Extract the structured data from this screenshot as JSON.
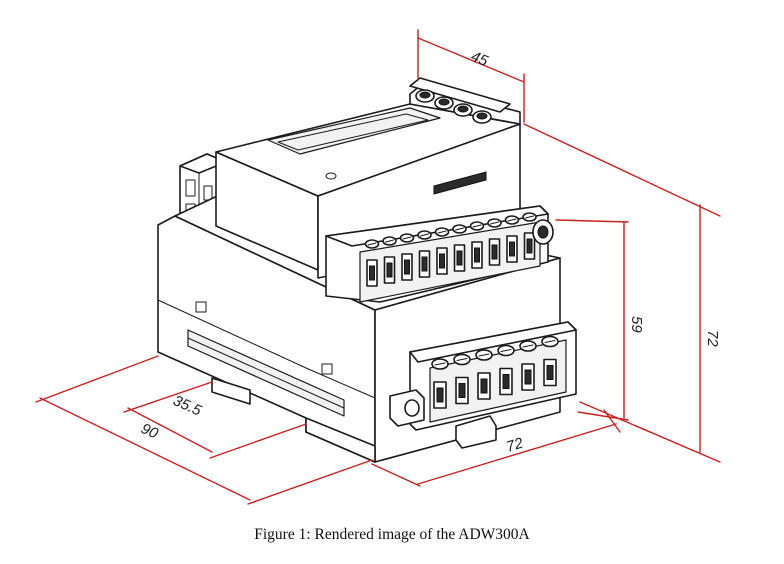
{
  "caption": "Figure 1: Rendered image of the ADW300A",
  "dimensions": {
    "top_width": "45",
    "front_height": "59",
    "total_height": "72",
    "front_width": "72",
    "depth_total": "90",
    "depth_rail": "35.5"
  },
  "colors": {
    "dimension_line": "#cc1f1f",
    "outline": "#1b1b1b",
    "background": "#ffffff"
  }
}
